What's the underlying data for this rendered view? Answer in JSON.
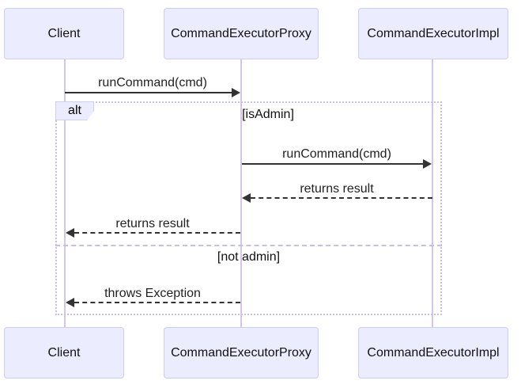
{
  "diagram": {
    "type": "uml-sequence-diagram",
    "participants": [
      {
        "name": "Client"
      },
      {
        "name": "CommandExecutorProxy"
      },
      {
        "name": "CommandExecutorImpl"
      }
    ],
    "messages": [
      {
        "from": "Client",
        "to": "CommandExecutorProxy",
        "label": "runCommand(cmd)",
        "style": "solid"
      },
      {
        "from": "CommandExecutorProxy",
        "to": "CommandExecutorImpl",
        "label": "runCommand(cmd)",
        "style": "solid"
      },
      {
        "from": "CommandExecutorImpl",
        "to": "CommandExecutorProxy",
        "label": "returns result",
        "style": "dashed"
      },
      {
        "from": "CommandExecutorProxy",
        "to": "Client",
        "label": "returns result",
        "style": "dashed"
      },
      {
        "from": "CommandExecutorProxy",
        "to": "Client",
        "label": "throws Exception",
        "style": "dashed"
      }
    ],
    "alt_frame": {
      "label": "alt",
      "sections": [
        {
          "condition": "[isAdmin]"
        },
        {
          "condition": "[not admin]"
        }
      ]
    },
    "colors": {
      "actor_fill": "#ECECFF",
      "actor_border": "#CCCCFF",
      "lifeline": "#D2C6EC",
      "frame_border": "#CBBDE9",
      "arrow": "#333333",
      "text": "#1a1a1a"
    }
  }
}
